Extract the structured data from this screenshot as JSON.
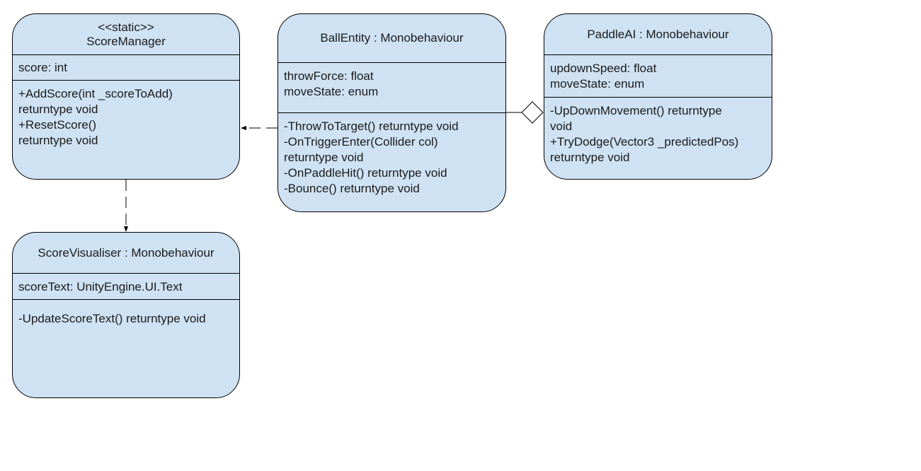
{
  "diagram": {
    "classes": [
      {
        "id": "score_manager",
        "stereotype": "<<static>>",
        "name": "ScoreManager",
        "attributes": [
          "score: int"
        ],
        "operations": [
          "+AddScore(int _scoreToAdd)",
          "returntype void",
          "+ResetScore()",
          "returntype void"
        ]
      },
      {
        "id": "ball_entity",
        "stereotype": "",
        "name": "BallEntity : Monobehaviour",
        "attributes": [
          "throwForce: float",
          "moveState: enum"
        ],
        "operations": [
          "-ThrowToTarget() returntype void",
          "-OnTriggerEnter(Collider col)",
          "returntype void",
          "-OnPaddleHit() returntype void",
          "-Bounce() returntype void"
        ]
      },
      {
        "id": "paddle_ai",
        "stereotype": "",
        "name": "PaddleAI : Monobehaviour",
        "attributes": [
          "updownSpeed: float",
          "moveState: enum"
        ],
        "operations": [
          "-UpDownMovement() returntype",
          "void",
          "+TryDodge(Vector3 _predictedPos)",
          "returntype void"
        ]
      },
      {
        "id": "score_visualiser",
        "stereotype": "",
        "name": "ScoreVisualiser : Monobehaviour",
        "attributes": [
          "scoreText: UnityEngine.UI.Text"
        ],
        "operations": [
          "-UpdateScoreText() returntype void"
        ]
      }
    ],
    "relationships": [
      {
        "type": "dependency",
        "from": "ball_entity",
        "to": "score_manager"
      },
      {
        "type": "dependency",
        "from": "score_manager",
        "to": "score_visualiser"
      },
      {
        "type": "aggregation",
        "whole": "paddle_ai",
        "part": "ball_entity"
      }
    ],
    "colors": {
      "box_fill": "#cfe2f3",
      "stroke": "#000000",
      "background": "#ffffff"
    }
  }
}
